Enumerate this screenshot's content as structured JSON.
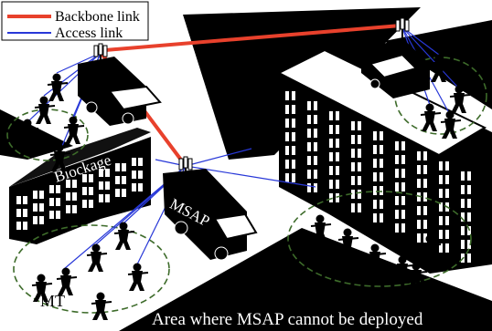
{
  "legend": {
    "backbone_label": "Backbone link",
    "access_label": "Access link",
    "backbone_color": "#e8412c",
    "access_color": "#2838d8"
  },
  "labels": {
    "blockage": "Blockage",
    "msap": "MSAP",
    "mt": "MT",
    "restricted_area": "Area where MSAP cannot be deployed"
  },
  "colors": {
    "ground_dark": "#000000",
    "building_fill": "#000000",
    "window": "#ffffff",
    "cluster_ring": "#3d6b2a",
    "text_light": "#ffffff"
  },
  "icons": [
    "antenna-tower-icon",
    "truck-icon",
    "soldier-icon",
    "building-icon"
  ]
}
